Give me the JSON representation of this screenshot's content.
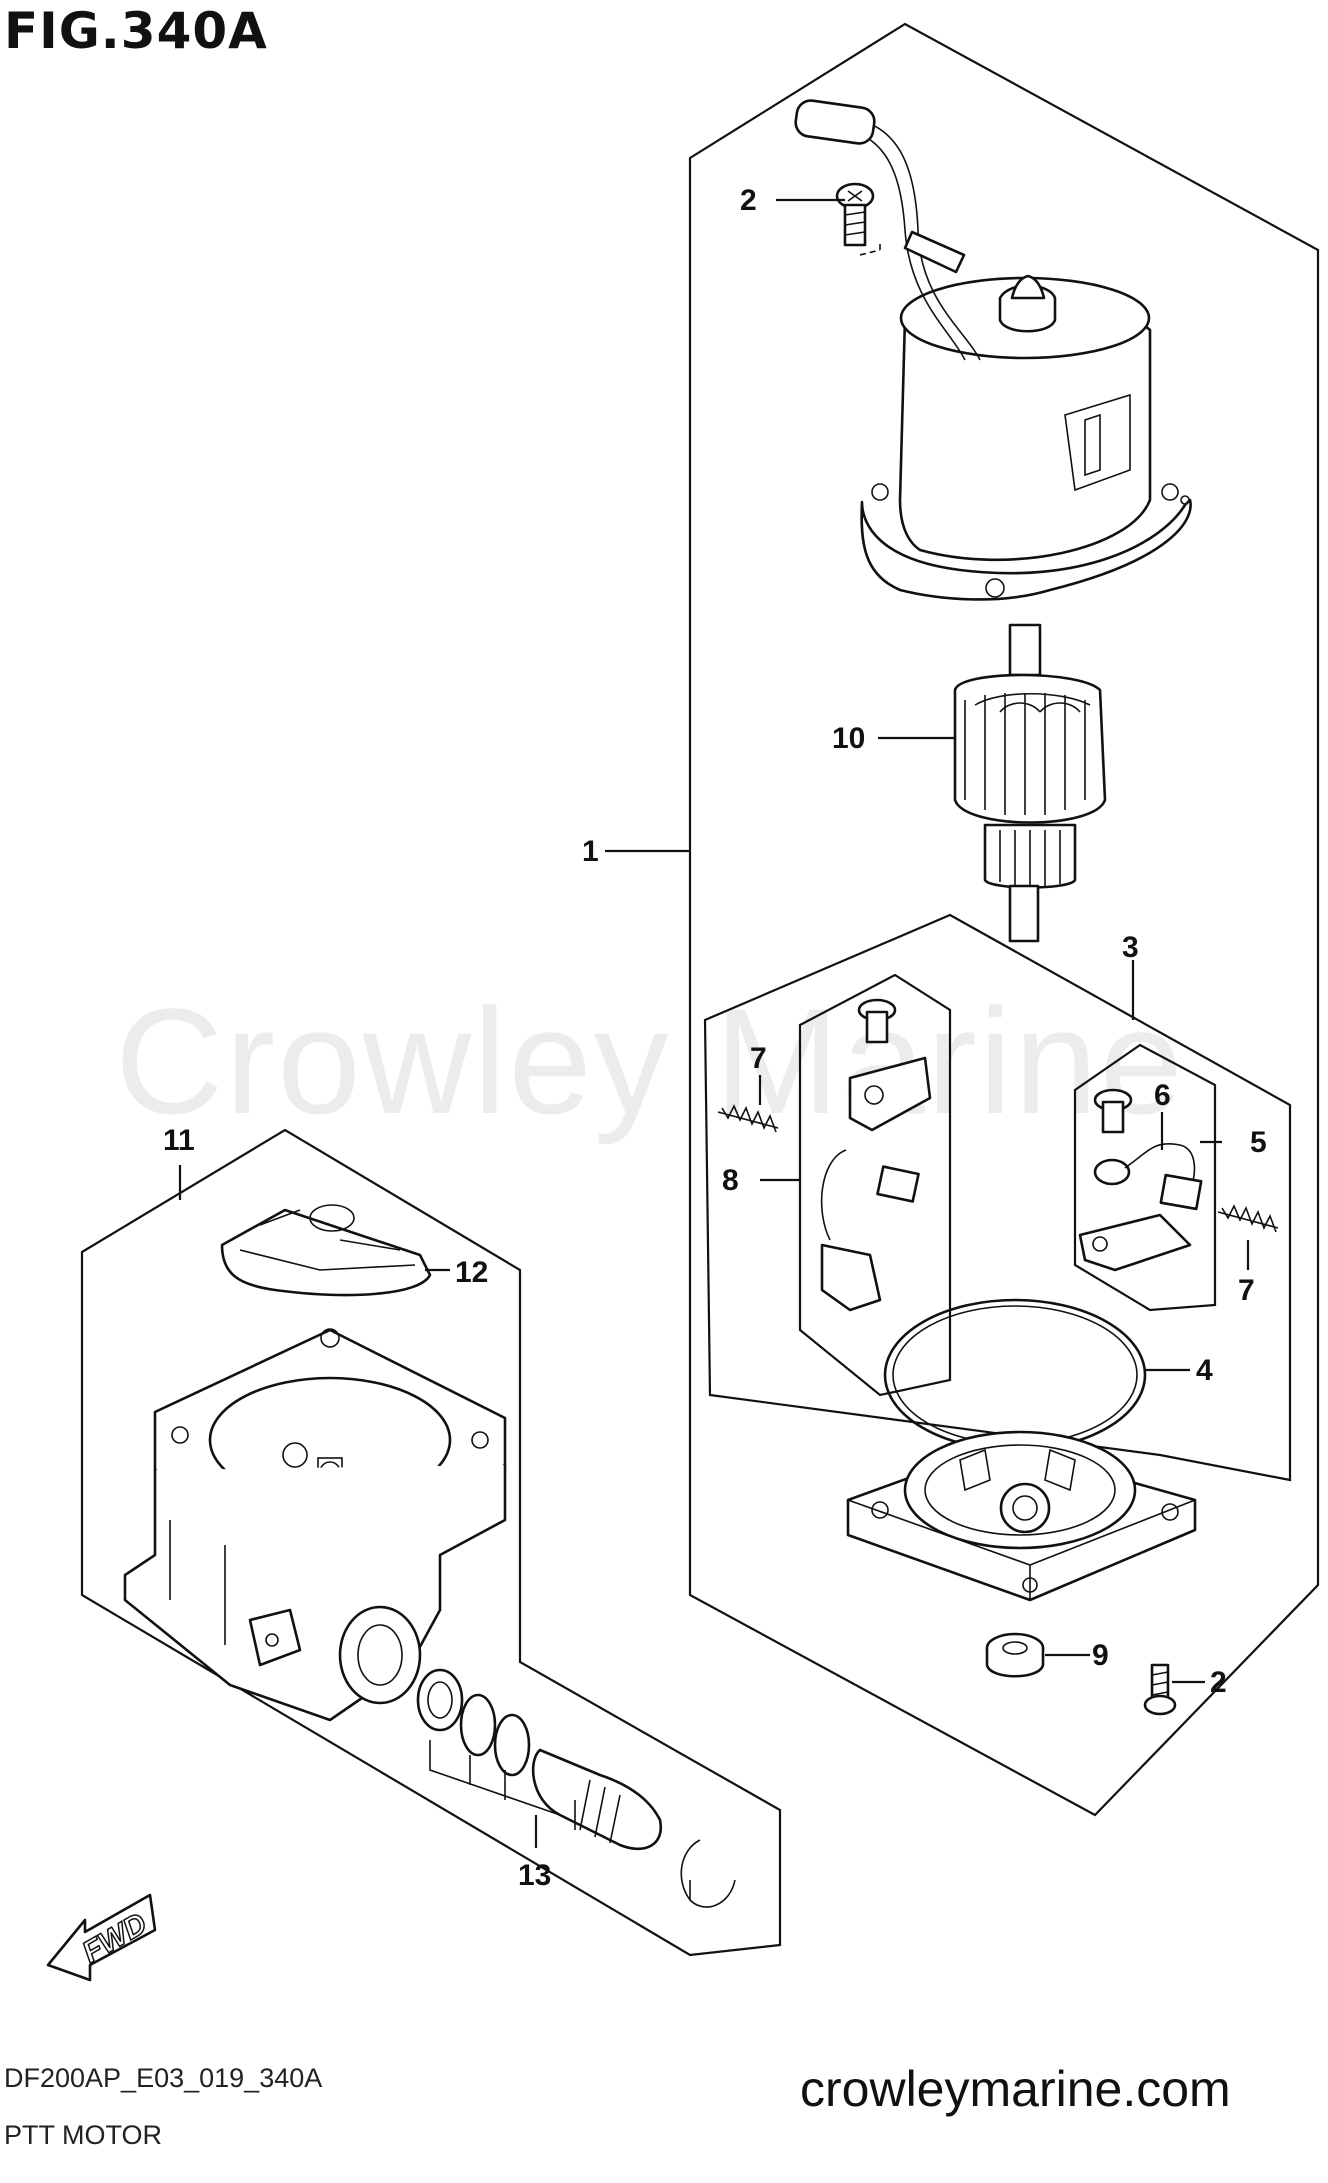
{
  "figure": {
    "title": "FIG.340A",
    "code": "DF200AP_E03_019_340A",
    "name": "PTT MOTOR"
  },
  "watermark": "Crowley Marine",
  "website": "crowleymarine.com",
  "direction_marker": "FWD",
  "callouts": {
    "c1": "1",
    "c2a": "2",
    "c2b": "2",
    "c3": "3",
    "c4": "4",
    "c5": "5",
    "c6": "6",
    "c7a": "7",
    "c7b": "7",
    "c8": "8",
    "c9": "9",
    "c10": "10",
    "c11": "11",
    "c12": "12",
    "c13": "13"
  },
  "colors": {
    "ink": "#111111",
    "watermark": "#ececec",
    "background": "#ffffff"
  }
}
